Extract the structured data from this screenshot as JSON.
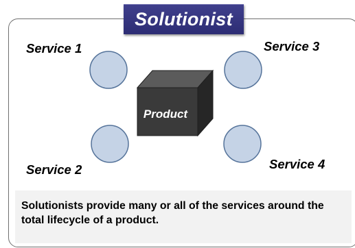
{
  "title": "Solutionist",
  "product": {
    "label": "Product"
  },
  "services": [
    {
      "label": "Service 1"
    },
    {
      "label": "Service 2"
    },
    {
      "label": "Service 3"
    },
    {
      "label": "Service 4"
    }
  ],
  "caption": {
    "text": "Solutionists provide many or all of the services around the total lifecycle of a product."
  },
  "colors": {
    "title_background": "#34347c",
    "circle_fill": "#c5d3e6",
    "circle_stroke": "#55739a",
    "cube_front": "#3a3a3a",
    "cube_top": "#5b5b5b",
    "cube_side": "#262626",
    "caption_background": "#f2f2f2",
    "frame_border": "#6f6f6f"
  }
}
